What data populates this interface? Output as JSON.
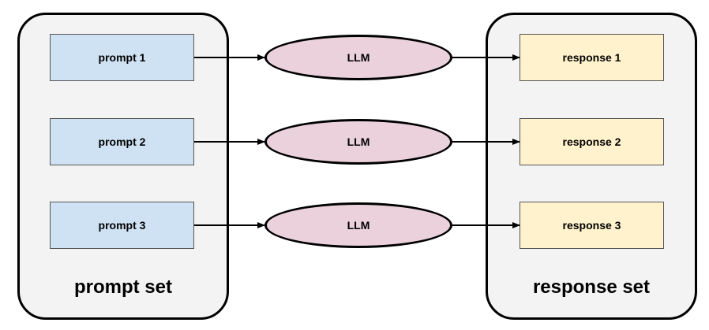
{
  "prompt_set": {
    "label": "prompt set",
    "items": [
      "prompt 1",
      "prompt 2",
      "prompt 3"
    ]
  },
  "models": [
    "LLM",
    "LLM",
    "LLM"
  ],
  "response_set": {
    "label": "response set",
    "items": [
      "response 1",
      "response 2",
      "response 3"
    ]
  },
  "colors": {
    "group_fill": "#f3f3f3",
    "prompt_fill": "#cfe2f3",
    "llm_fill": "#ead1dc",
    "response_fill": "#fff2cc",
    "stroke": "#000000"
  }
}
